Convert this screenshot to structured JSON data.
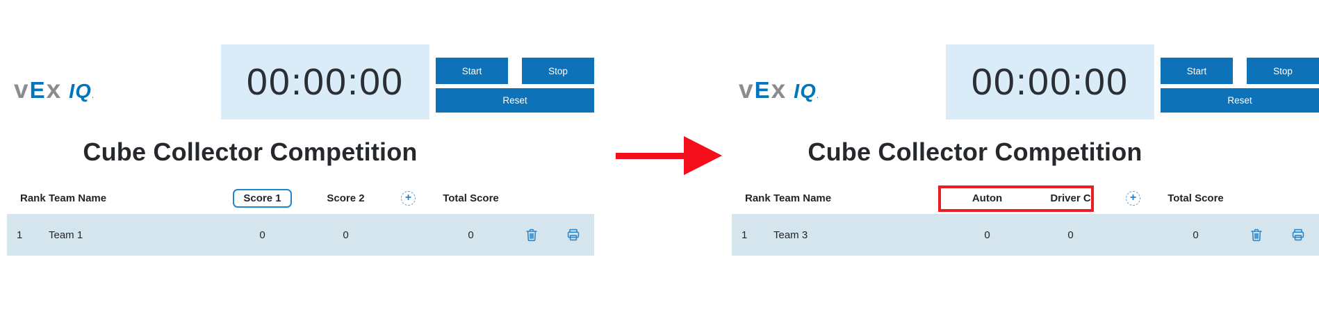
{
  "colors": {
    "button_blue": "#0d72b8",
    "icon_blue": "#2e86c9",
    "timer_bg": "#d9ecf8",
    "row_bg": "#d4e5ee",
    "arrow_red": "#f40d1a",
    "highlight_red": "#ed1c24",
    "score_box_border_blue": "#1c86d1",
    "logo_gray": "#8a8c8f",
    "logo_blue": "#0076be"
  },
  "icons": {
    "add_column": "+",
    "delete": "trash-icon",
    "print": "printer-icon"
  },
  "panels": [
    {
      "logo": {
        "v": "v",
        "e": "E",
        "x": "x",
        "iq": "IQ",
        "tm": "."
      },
      "timer": "00:00:00",
      "buttons": {
        "start": "Start",
        "stop": "Stop",
        "reset": "Reset"
      },
      "title": "Cube Collector Competition",
      "table": {
        "headers": {
          "rank": "Rank",
          "team": "Team Name",
          "score1": "Score 1",
          "score2": "Score 2",
          "add_icon": "+",
          "total": "Total Score"
        },
        "rows": [
          {
            "rank": "1",
            "team": "Team 1",
            "score1": "0",
            "score2": "0",
            "total": "0"
          }
        ]
      }
    },
    {
      "logo": {
        "v": "v",
        "e": "E",
        "x": "x",
        "iq": "IQ",
        "tm": "."
      },
      "timer": "00:00:00",
      "buttons": {
        "start": "Start",
        "stop": "Stop",
        "reset": "Reset"
      },
      "title": "Cube Collector Competition",
      "table": {
        "headers": {
          "rank": "Rank",
          "team": "Team Name",
          "score1": "Auton",
          "score2": "Driver C",
          "add_icon": "+",
          "total": "Total Score"
        },
        "rows": [
          {
            "rank": "1",
            "team": "Team 3",
            "score1": "0",
            "score2": "0",
            "total": "0"
          }
        ]
      }
    }
  ]
}
